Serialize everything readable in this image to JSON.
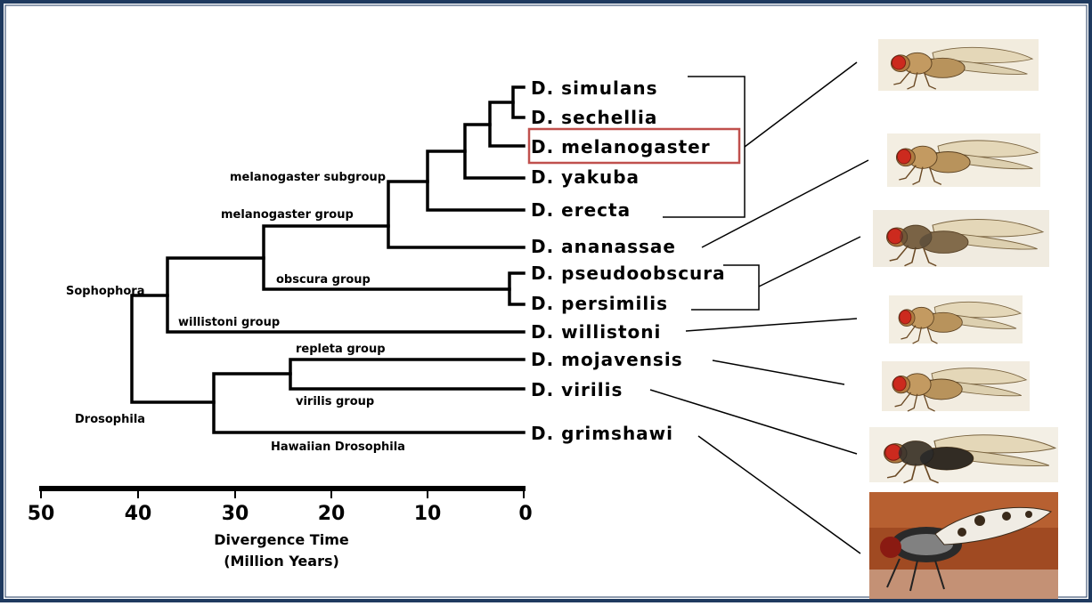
{
  "species": [
    {
      "id": "simulans",
      "label": "D. simulans"
    },
    {
      "id": "sechellia",
      "label": "D. sechellia"
    },
    {
      "id": "melanogaster",
      "label": "D. melanogaster",
      "highlighted": true
    },
    {
      "id": "yakuba",
      "label": "D. yakuba"
    },
    {
      "id": "erecta",
      "label": "D. erecta"
    },
    {
      "id": "ananassae",
      "label": "D. ananassae"
    },
    {
      "id": "pseudoobscura",
      "label": "D. pseudoobscura"
    },
    {
      "id": "persimilis",
      "label": "D. persimilis"
    },
    {
      "id": "willistoni",
      "label": "D. willistoni"
    },
    {
      "id": "mojavensis",
      "label": "D. mojavensis"
    },
    {
      "id": "virilis",
      "label": "D. virilis"
    },
    {
      "id": "grimshawi",
      "label": "D. grimshawi"
    }
  ],
  "groups": {
    "melanogaster_subgroup": "melanogaster subgroup",
    "melanogaster_group": "melanogaster group",
    "obscura_group": "obscura group",
    "sophophora": "Sophophora",
    "willistoni_group": "willistoni group",
    "repleta_group": "repleta group",
    "virilis_group": "virilis group",
    "drosophila": "Drosophila",
    "hawaiian_drosophila": "Hawaiian Drosophila"
  },
  "axis": {
    "ticks": [
      "50",
      "40",
      "30",
      "20",
      "10",
      "0"
    ],
    "title_line1": "Divergence Time",
    "title_line2": "(Million Years)"
  },
  "colors": {
    "frame": "#1f3a5f",
    "highlight": "#c0504d",
    "tree": "#000000"
  },
  "fly_images": [
    {
      "name": "fly-simulans-group-icon"
    },
    {
      "name": "fly-ananassae-icon"
    },
    {
      "name": "fly-obscura-icon"
    },
    {
      "name": "fly-willistoni-icon"
    },
    {
      "name": "fly-mojavensis-icon"
    },
    {
      "name": "fly-virilis-icon"
    },
    {
      "name": "fly-grimshawi-photo-icon"
    }
  ]
}
